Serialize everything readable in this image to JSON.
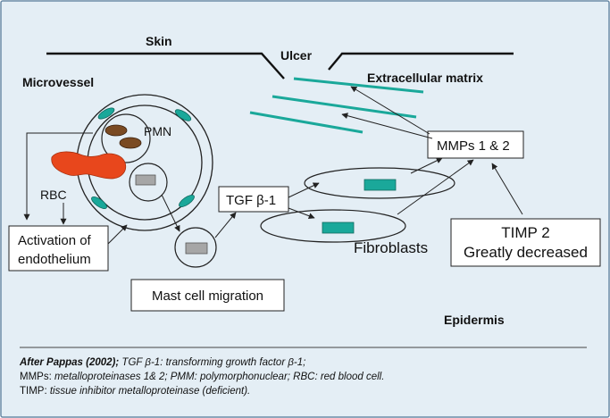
{
  "labels": {
    "skin": "Skin",
    "ulcer": "Ulcer",
    "extracellular_matrix": "Extracellular matrix",
    "microvessel": "Microvessel",
    "pmn": "PMN",
    "rbc": "RBC",
    "activation_line1": "Activation of",
    "activation_line2": "endothelium",
    "tgf": "TGF β-1",
    "mmps": "MMPs 1 & 2",
    "timp_line1": "TIMP 2",
    "timp_line2": "Greatly decreased",
    "fibroblasts": "Fibroblasts",
    "mast_cell_migration": "Mast cell migration",
    "epidermis": "Epidermis"
  },
  "caption": {
    "line1_source": "After Pappas (2002);",
    "line1_rest": " TGF β-1: transforming growth factor β-1;",
    "line2_mmps": "MMPs:",
    "line2_rest": " metalloproteinases 1& 2; PMM: polymorphonuclear; RBC: red blood cell.",
    "line3_timp": "TIMP:",
    "line3_rest": " tissue inhibitor metalloproteinase (deficient)."
  },
  "colors": {
    "frame_bg": "#e4eef5",
    "frame_border": "#6a8aa6",
    "matrix_fiber": "#1aa89a",
    "endothelial_cell": "#1aa89a",
    "rbc": "#e8471c",
    "pmn_granule": "#7a4a22",
    "mast_granule": "#a6a6a6",
    "fibroblast_nucleus": "#1aa89a",
    "line": "#222222"
  }
}
